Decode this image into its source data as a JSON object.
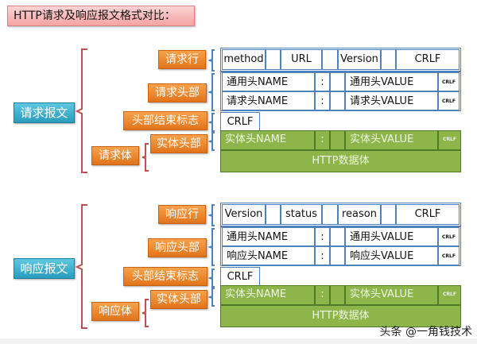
{
  "title": "HTTP请求及响应报文格式对比：",
  "request": {
    "root_label": "请求报文",
    "line_label": "请求行",
    "header_label": "请求头部",
    "end_label": "头部结束标志",
    "body_label": "请求体",
    "entity_header_label": "实体头部",
    "line_cells": [
      "method",
      "",
      "URL",
      "",
      "Version",
      "",
      "CRLF"
    ],
    "header_rows": [
      [
        "通用头NAME",
        ":",
        "",
        "通用头VALUE",
        "CRLF"
      ],
      [
        "请求头NAME",
        ":",
        "",
        "请求头VALUE",
        "CRLF"
      ]
    ],
    "end_cell": "CRLF",
    "entity_row": [
      "实体头NAME",
      ":",
      "",
      "实体头VALUE",
      "CRLF"
    ],
    "data_body": "HTTP数据体"
  },
  "response": {
    "root_label": "响应报文",
    "line_label": "响应行",
    "header_label": "响应头部",
    "end_label": "头部结束标志",
    "body_label": "响应体",
    "entity_header_label": "实体头部",
    "line_cells": [
      "Version",
      "",
      "status",
      "",
      "reason",
      "",
      "CRLF"
    ],
    "header_rows": [
      [
        "通用头NAME",
        ":",
        "",
        "通用头VALUE",
        "CRLF"
      ],
      [
        "响应头NAME",
        ":",
        "",
        "响应头VALUE",
        "CRLF"
      ]
    ],
    "end_cell": "CRLF",
    "entity_row": [
      "实体头NAME",
      ":",
      "",
      "实体头VALUE",
      "CRLF"
    ],
    "data_body": "HTTP数据体"
  },
  "watermark": "头条 @一角钱技术",
  "colors": {
    "cell_border": "#4f81bd",
    "label_orange": "#e87b22",
    "root_blue": "#2a9cbd",
    "body_green": "#8db54a",
    "brace_red": "#c0504d",
    "brace_blue": "#4f81bd"
  }
}
